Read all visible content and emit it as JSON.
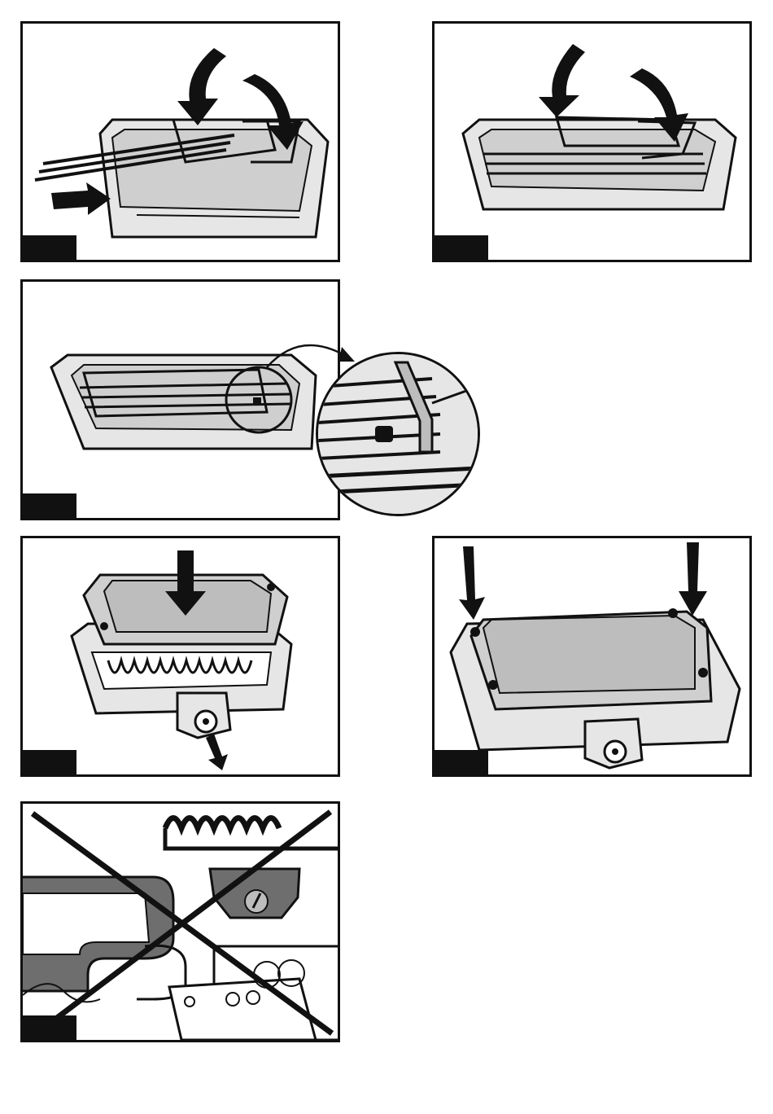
{
  "page": {
    "figures": [
      {
        "id": "fig-1",
        "label": ""
      },
      {
        "id": "fig-2",
        "label": ""
      },
      {
        "id": "fig-3",
        "label": ""
      },
      {
        "id": "fig-4",
        "label": ""
      },
      {
        "id": "fig-5",
        "label": ""
      },
      {
        "id": "fig-6",
        "label": ""
      }
    ]
  },
  "colors": {
    "ink": "#111111",
    "tray_fill": "#e6e6e6",
    "metal_mid": "#bdbdbd",
    "dark_body": "#6e6e6e",
    "paper": "#ffffff"
  },
  "icons": [
    "arrow-down-icon",
    "arrow-right-icon",
    "magnifier-callout-icon",
    "prohibited-cross-icon",
    "control-knob-icon"
  ]
}
